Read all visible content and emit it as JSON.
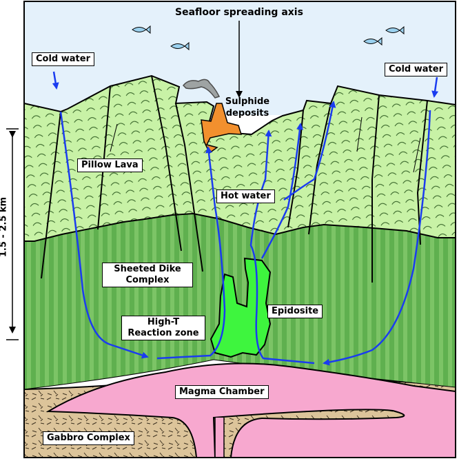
{
  "title": "Seafloor spreading axis",
  "labels": {
    "cold_water_left": "Cold water",
    "cold_water_right": "Cold water",
    "sulphide_line1": "Sulphide",
    "sulphide_line2": "deposits",
    "pillow_lava": "Pillow Lava",
    "hot_water": "Hot water",
    "sheeted_line1": "Sheeted Dike",
    "sheeted_line2": "Complex",
    "epidosite": "Epidosite",
    "reaction_line1": "High-T",
    "reaction_line2": "Reaction zone",
    "magma_chamber": "Magma Chamber",
    "gabbro_complex": "Gabbro Complex",
    "depth_scale": "1.5 - 2.5 km"
  },
  "colors": {
    "sea": "#e4f1fb",
    "pillow_lava": "#c8f2a6",
    "sheeted_dike": "#5fb04f",
    "sheeted_stripe": "#7cc466",
    "epidosite": "#3ef53e",
    "magma": "#f7a8cf",
    "gabbro": "#dcc49a",
    "sulphide": "#f2902e",
    "flow_arrow": "#1a3cf0"
  },
  "icons": [
    "fish-icon",
    "smoke-plume-icon"
  ]
}
